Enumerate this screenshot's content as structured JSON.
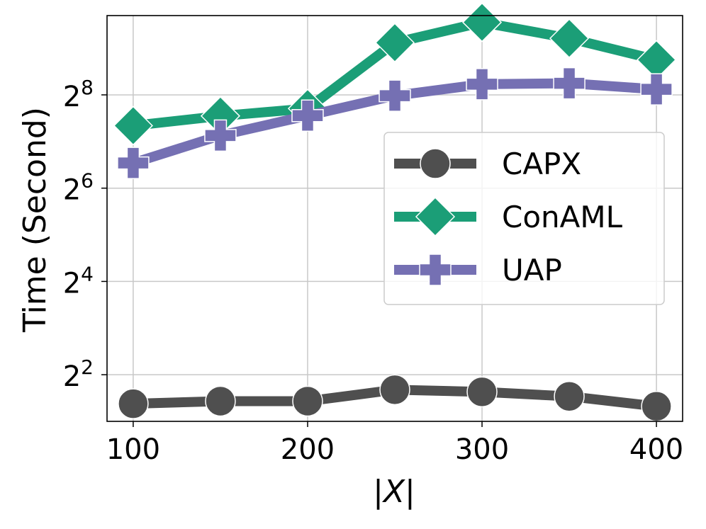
{
  "chart_data": {
    "type": "line",
    "xlabel": "|X|",
    "ylabel": "Time (Second)",
    "x": [
      100,
      150,
      200,
      250,
      300,
      350,
      400
    ],
    "xlim": [
      85,
      415
    ],
    "ylim": [
      1.0,
      9.7
    ],
    "yscale": "log2",
    "x_ticks": [
      100,
      200,
      300,
      400
    ],
    "y_ticks": [
      {
        "base": "2",
        "exp": "2",
        "log2": 2
      },
      {
        "base": "2",
        "exp": "4",
        "log2": 4
      },
      {
        "base": "2",
        "exp": "6",
        "log2": 6
      },
      {
        "base": "2",
        "exp": "8",
        "log2": 8
      }
    ],
    "grid": true,
    "legend_position": "center-right",
    "series": [
      {
        "name": "CAPX",
        "color": "#4f4f4f",
        "marker": "circle",
        "values": [
          2.6,
          2.7,
          2.7,
          3.2,
          3.1,
          2.9,
          2.5
        ]
      },
      {
        "name": "ConAML",
        "color": "#1b9e77",
        "marker": "diamond",
        "values": [
          162,
          187,
          209,
          556,
          752,
          593,
          431
        ]
      },
      {
        "name": "UAP",
        "color": "#7570b3",
        "marker": "plus",
        "values": [
          93,
          140,
          188,
          253,
          300,
          304,
          278
        ]
      }
    ]
  }
}
